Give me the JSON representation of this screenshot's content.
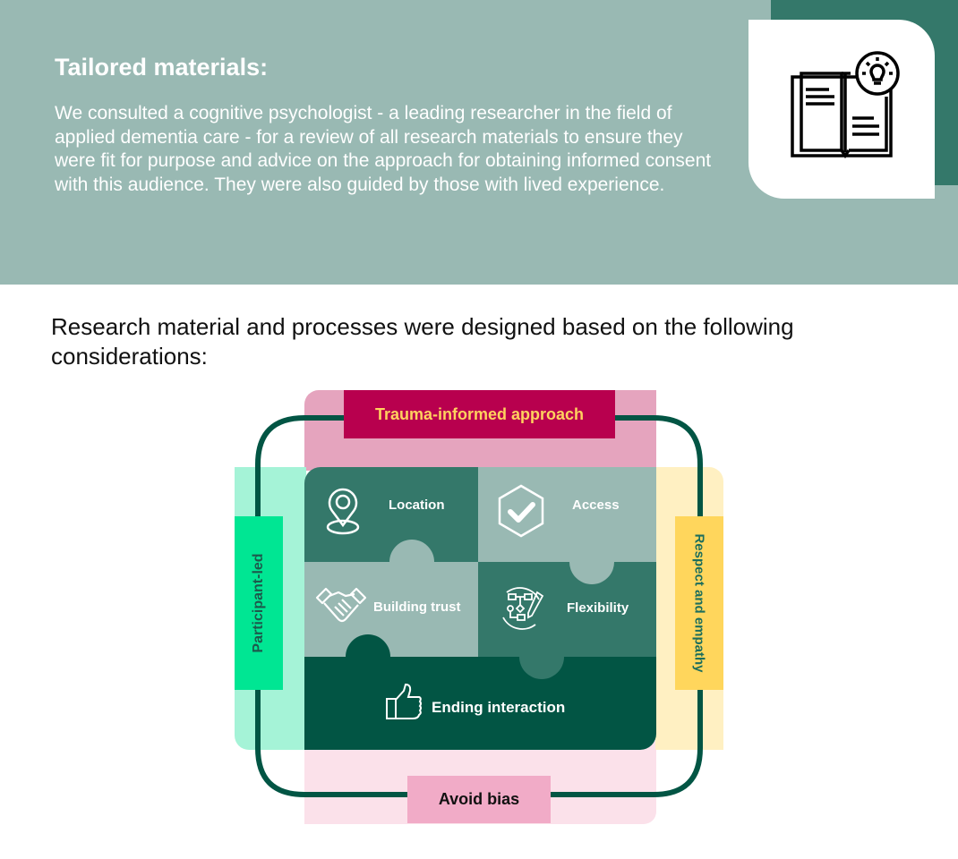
{
  "hero": {
    "title": "Tailored materials:",
    "body": "We consulted a cognitive psychologist - a leading researcher in the field of applied dementia care - for a review of all research materials to ensure they were fit for purpose and advice on the approach for obtaining informed consent with this audience. They were also guided by those with lived experience.",
    "icon": "book-lightbulb-icon"
  },
  "intro": "Research material and processes were designed based on the following considerations:",
  "diagram": {
    "frame_labels": {
      "top": "Trauma-informed approach",
      "bottom": "Avoid bias",
      "left": "Participant-led",
      "right": "Respect and empathy"
    },
    "pieces": [
      {
        "label": "Location",
        "icon": "map-pin-icon"
      },
      {
        "label": "Access",
        "icon": "hexagon-check-icon"
      },
      {
        "label": "Building trust",
        "icon": "handshake-icon"
      },
      {
        "label": "Flexibility",
        "icon": "flowchart-pen-icon"
      },
      {
        "label": "Ending interaction",
        "icon": "thumbs-up-icon"
      }
    ],
    "colors": {
      "dark_green": "#025544",
      "mid_green": "#34786a",
      "sage": "#99b9b3",
      "magenta": "#b8004e",
      "mint": "#00e693",
      "yellow": "#ffd65c",
      "pink": "#f1abc7"
    }
  }
}
